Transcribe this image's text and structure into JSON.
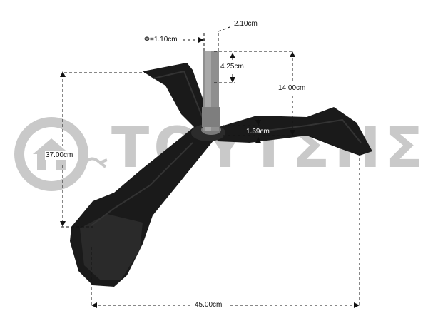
{
  "watermark": {
    "text": "ΤΟΥΤΣΗΣ",
    "color": "#c9c9c9"
  },
  "product": {
    "part_color": "#1a1a1a",
    "shaft_color": "#8f8f8f"
  },
  "dimensions": {
    "shaft_diameter": "Φ=1.10cm",
    "shaft_spline": "2.10cm",
    "shaft_tip": "4.25cm",
    "shaft_height": "14.00cm",
    "hub_thickness": "1.69cm",
    "height": "37.00cm",
    "width": "45.00cm"
  }
}
